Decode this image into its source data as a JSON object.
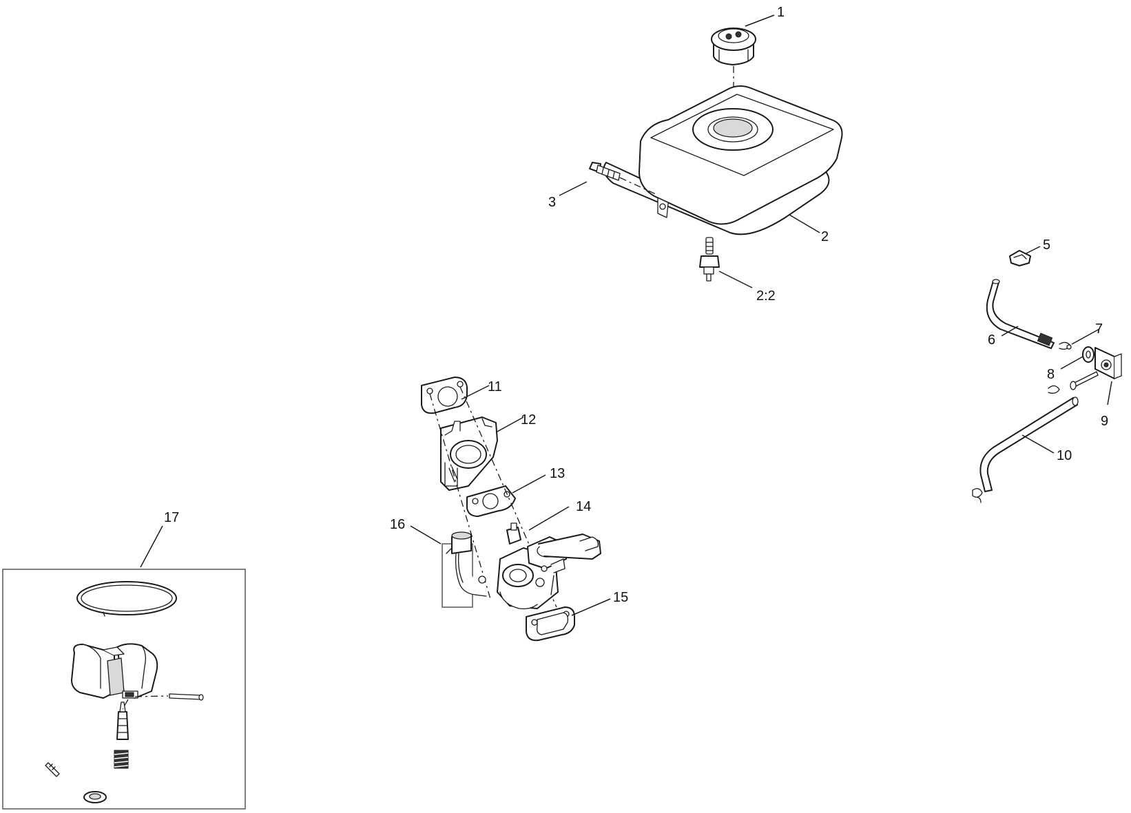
{
  "diagram": {
    "callouts": {
      "c1": "1",
      "c2": "2",
      "c2_2": "2:2",
      "c3": "3",
      "c5": "5",
      "c6": "6",
      "c7": "7",
      "c8": "8",
      "c9": "9",
      "c10": "10",
      "c11": "11",
      "c12": "12",
      "c13": "13",
      "c14": "14",
      "c15": "15",
      "c16": "16",
      "c17": "17"
    }
  }
}
